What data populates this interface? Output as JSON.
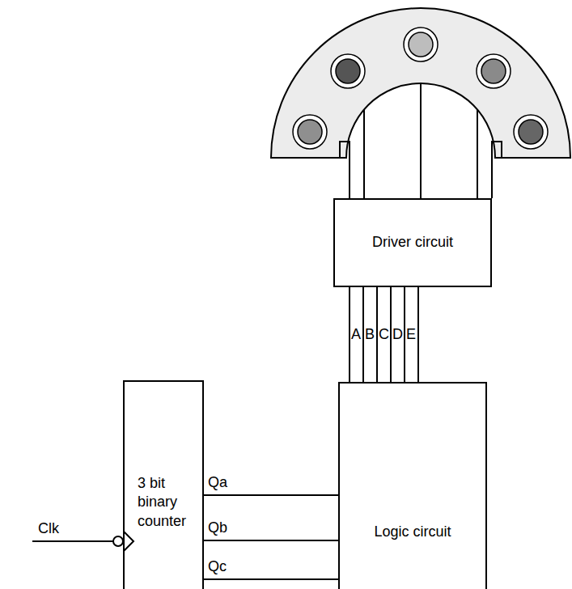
{
  "diagram": {
    "nodes": [
      {
        "text": [
          "3 bit binary counter"
        ]
      },
      {
        "text": [
          "Logic circuit"
        ]
      },
      {
        "text": [
          "Driver circuit"
        ]
      }
    ],
    "edges": [
      {
        "from": 0,
        "to": 1,
        "arrow": "none",
        "label": "Qa"
      },
      {
        "from": 0,
        "to": 1,
        "arrow": "none",
        "label": "Qb"
      },
      {
        "from": 0,
        "to": 1,
        "arrow": "none",
        "label": "Qc"
      },
      {
        "from": 1,
        "to": 2,
        "arrow": "none",
        "label": "A"
      },
      {
        "from": 1,
        "to": 2,
        "arrow": "none",
        "label": "B"
      },
      {
        "from": 1,
        "to": 2,
        "arrow": "none",
        "label": "C"
      },
      {
        "from": 1,
        "to": 2,
        "arrow": "none",
        "label": "D"
      },
      {
        "from": 1,
        "to": 2,
        "arrow": "none",
        "label": "E"
      }
    ],
    "labels": [
      "Clk"
    ]
  }
}
